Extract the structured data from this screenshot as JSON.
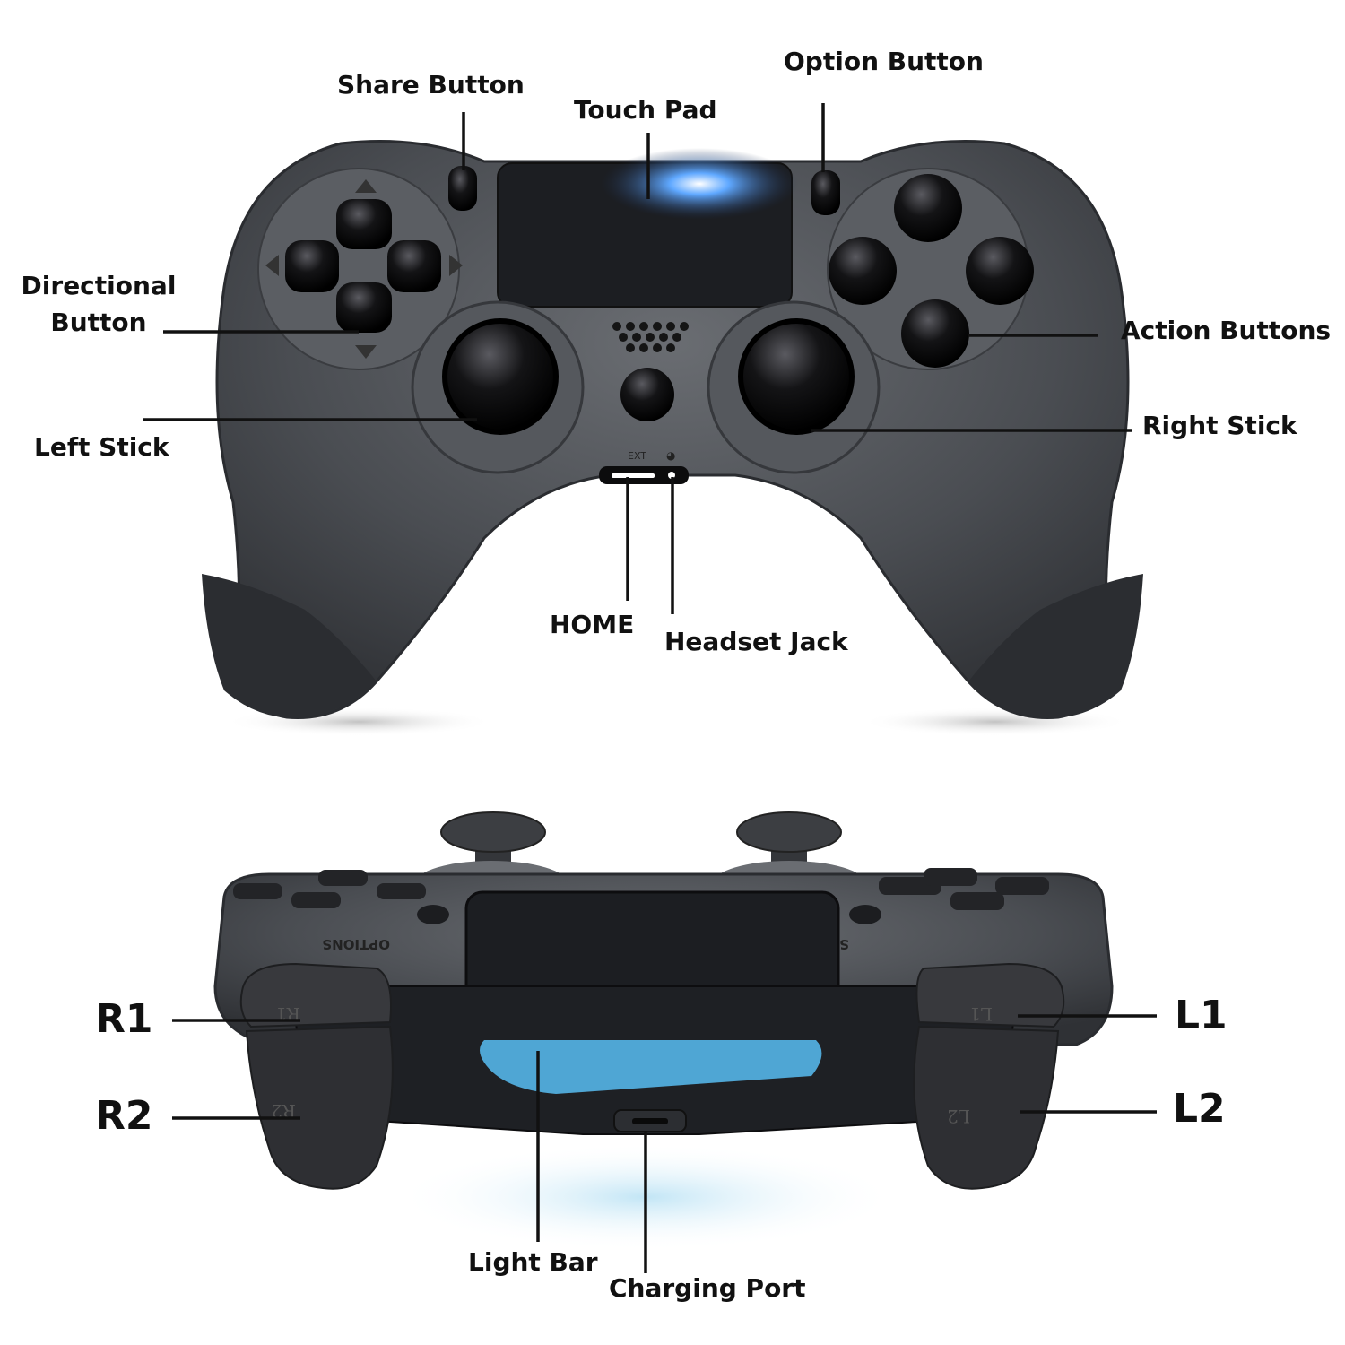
{
  "labels": {
    "share_button": "Share Button",
    "touch_pad": "Touch Pad",
    "option_button": "Option Button",
    "directional_button": "Directional",
    "directional_button_2": "Button",
    "action_buttons": "Action Buttons",
    "left_stick": "Left Stick",
    "right_stick": "Right Stick",
    "home": "HOME",
    "headset_jack": "Headset Jack",
    "r1": "R1",
    "r2": "R2",
    "l1": "L1",
    "l2": "L2",
    "light_bar": "Light Bar",
    "charging_port": "Charging Port"
  },
  "controller_markings": {
    "ext": "EXT",
    "options": "OPTIONS",
    "share": "SHARE",
    "r1": "R1",
    "r2": "R2",
    "l1": "L1",
    "l2": "L2"
  },
  "colors": {
    "body": "#4a4d52",
    "body_dark": "#2a2c30",
    "button_black": "#0d0d0f",
    "light_bar": "#4fa6d4",
    "glow": "#bfe4f5",
    "line": "#111111"
  }
}
